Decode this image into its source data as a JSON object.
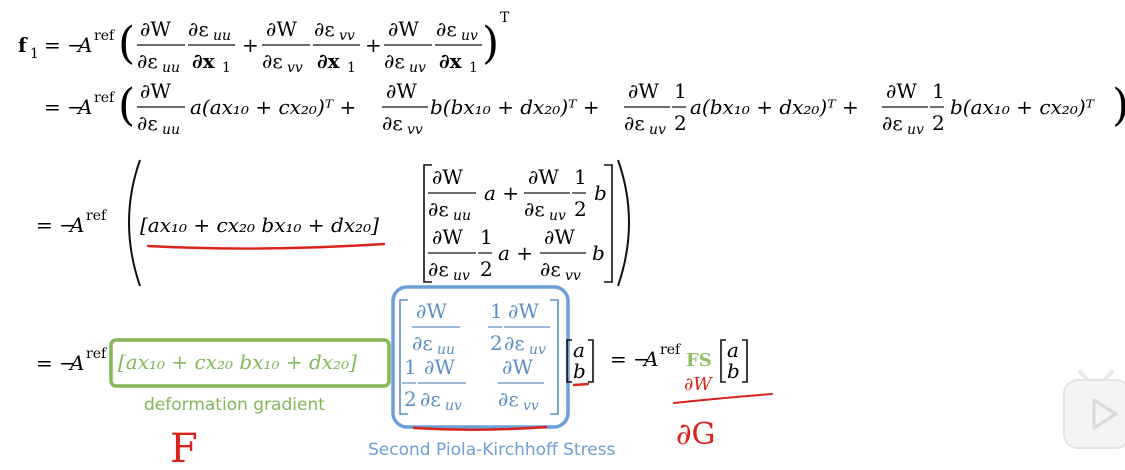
{
  "equation": {
    "line1": {
      "lhs": "f",
      "lhs_sub": "1",
      "eq": "= −",
      "A": "A",
      "ref": "ref",
      "T": "T",
      "dW": "∂W",
      "d_eps_uu": "∂ε",
      "d_eps_vv": "∂ε",
      "d_eps_uv": "∂ε",
      "sub_uu": "uu",
      "sub_vv": "vv",
      "sub_uv": "uv",
      "d_x1": "∂x",
      "x1_sub": "1",
      "plus": "+"
    },
    "line2": {
      "eq": "= −",
      "A": "A",
      "ref": "ref",
      "term1": "a(ax₁₀ + cx₂₀)ᵀ +",
      "term2": "b(bx₁₀ + dx₂₀)ᵀ +",
      "term3": "a(bx₁₀ + dx₂₀)ᵀ +",
      "term4": "b(ax₁₀ + cx₂₀)ᵀ",
      "half_num": "1",
      "half_den": "2"
    },
    "line3": {
      "eq": "= −",
      "A": "A",
      "ref": "ref",
      "row_vector": "[ax₁₀ + cx₂₀    bx₁₀ + dx₂₀]",
      "col_top_a": "a +",
      "col_top_b": "b",
      "col_bot_a": "a +",
      "col_bot_b": "b"
    },
    "line4": {
      "eq": "= −",
      "A": "A",
      "ref": "ref",
      "F_vector": "[ax₁₀ + cx₂₀    bx₁₀ + dx₂₀]",
      "vec_a": "a",
      "vec_b": "b",
      "rhs_eq": "= −",
      "rhs_A": "A",
      "rhs_ref": "ref",
      "FS": "FS"
    }
  },
  "annotations": {
    "deformation_gradient": "deformation gradient",
    "second_pk_stress": "Second Piola-Kirchhoff Stress",
    "handwritten_F": "F",
    "handwritten_dW": "∂W",
    "handwritten_dG": "∂G"
  },
  "colors": {
    "green_box": "#82b857",
    "blue_box": "#6b9fd6",
    "blue_text": "#5a8fc8",
    "red_ink": "#d9231c",
    "ink": "#111111"
  },
  "overlay": {
    "play_icon": "play-icon"
  }
}
